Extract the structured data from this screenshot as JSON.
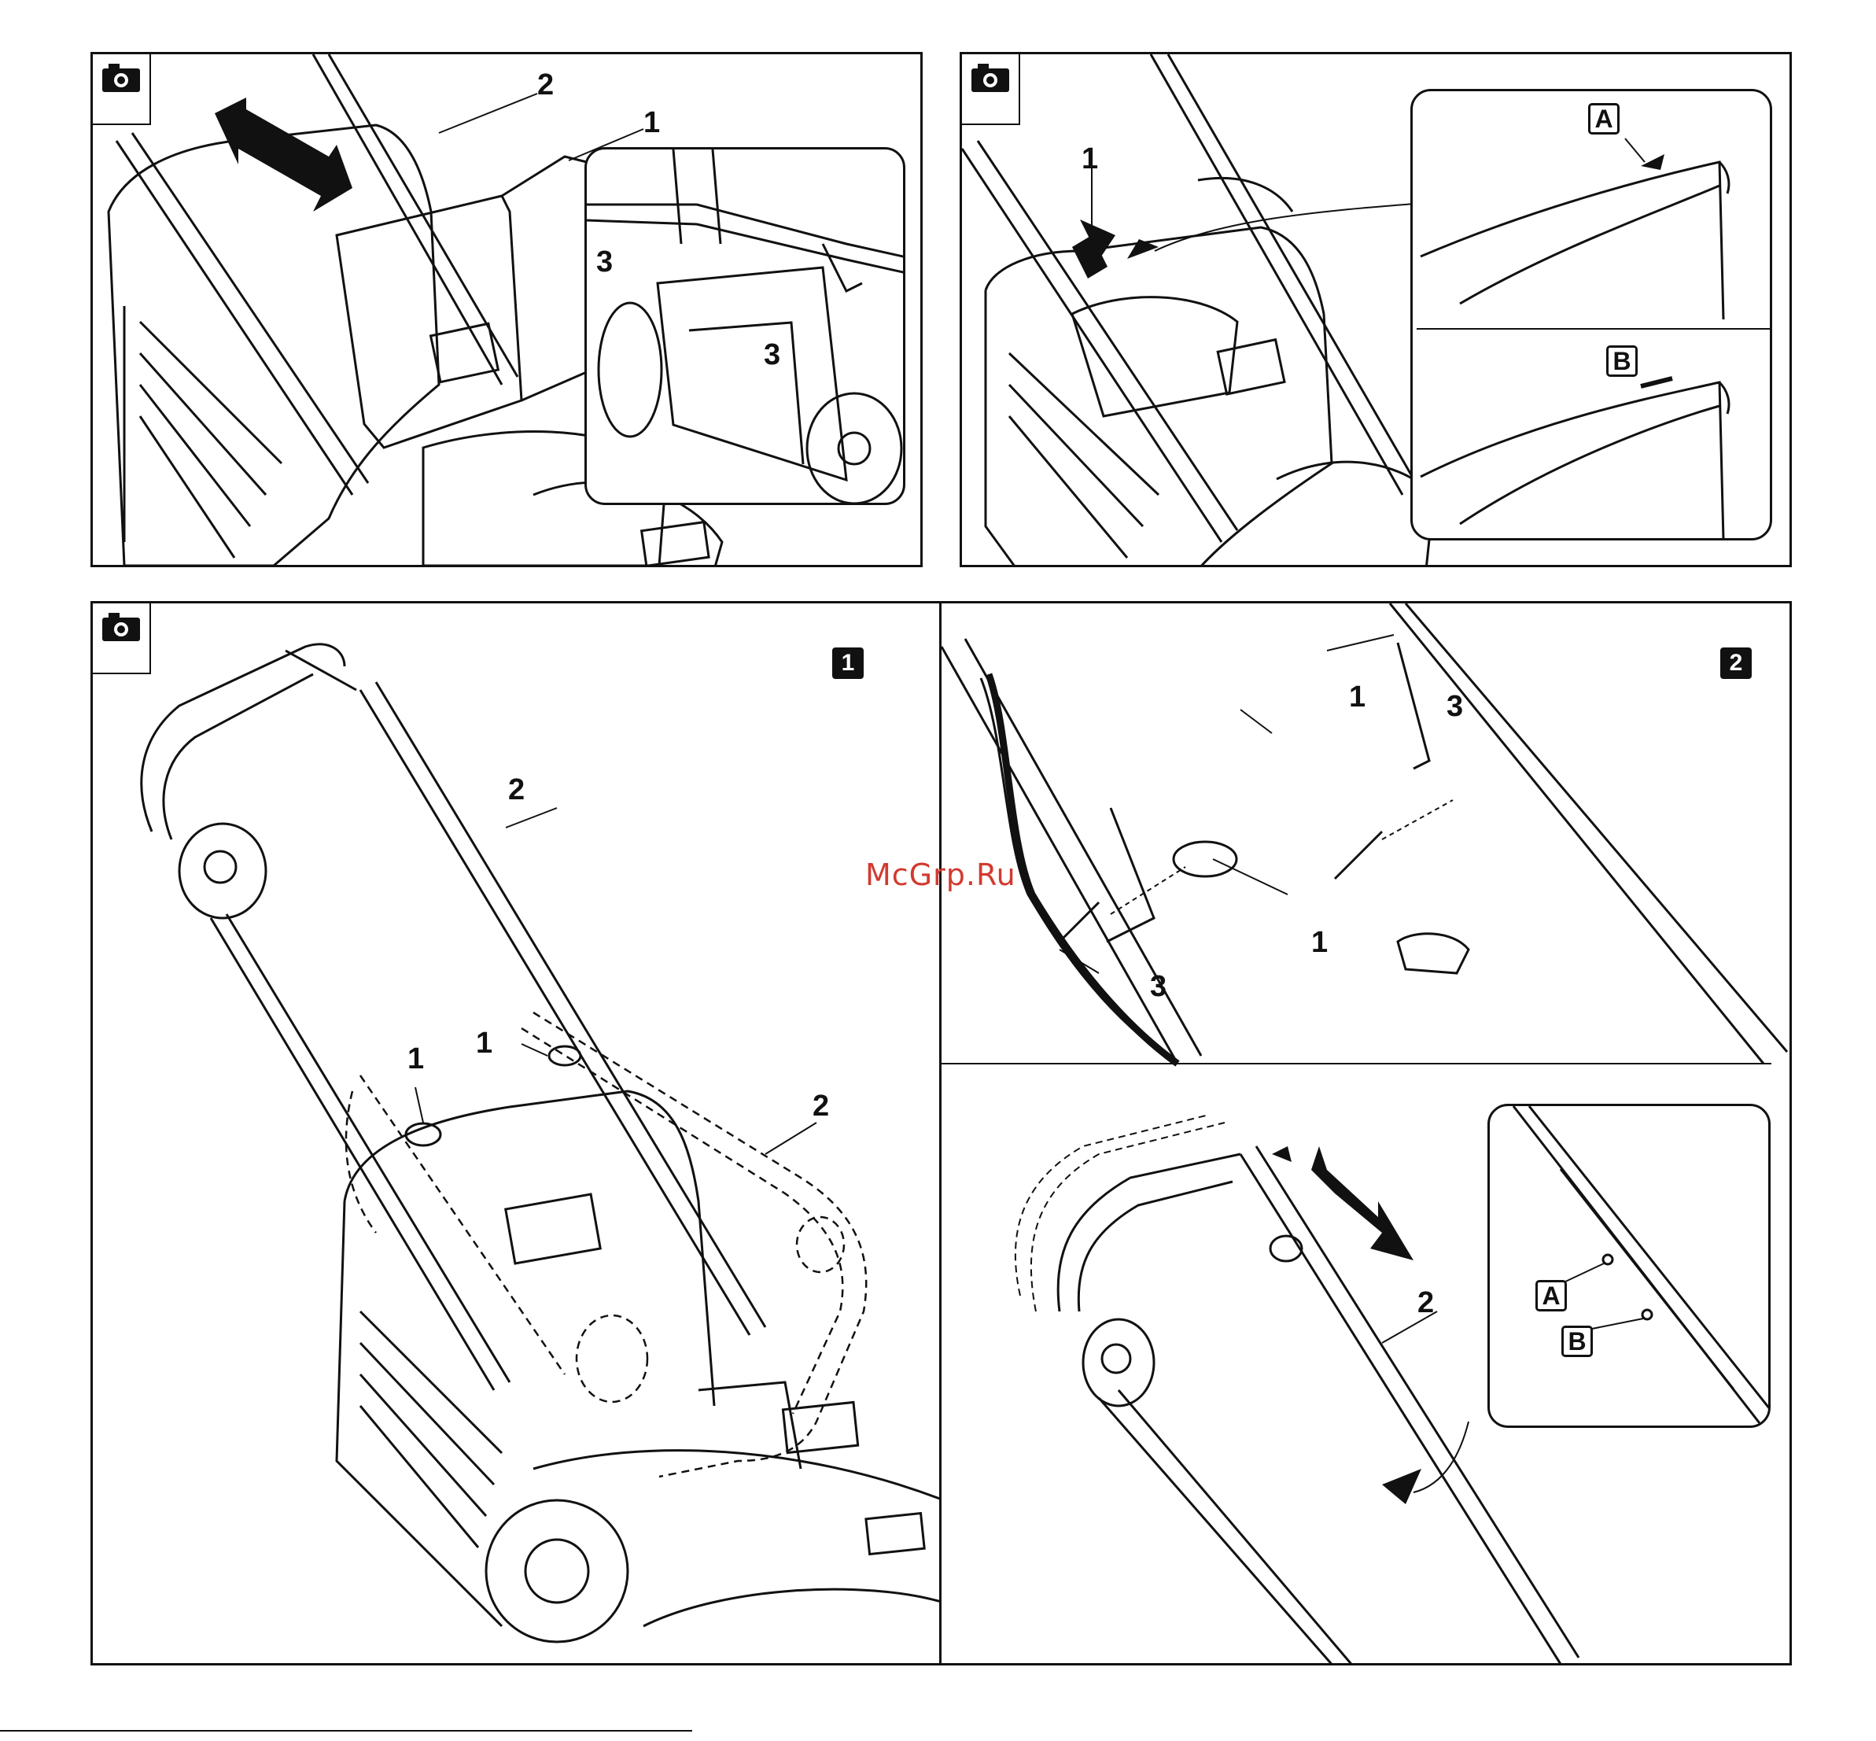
{
  "icons": {
    "camera": "camera-icon"
  },
  "panel_top_left": {
    "callouts": {
      "c1": "1",
      "c2": "2",
      "c3a": "3",
      "c3b": "3"
    }
  },
  "panel_top_right": {
    "callouts": {
      "c1": "1"
    },
    "inset_labels": {
      "a": "A",
      "b": "B"
    }
  },
  "panel_bottom_left": {
    "step": "1",
    "callouts": {
      "c1a": "1",
      "c1b": "1",
      "c2a": "2",
      "c2b": "2"
    }
  },
  "panel_bottom_right": {
    "step": "2",
    "callouts": {
      "c1a": "1",
      "c1b": "1",
      "c3a": "3",
      "c3b": "3",
      "c2": "2"
    },
    "inset_labels": {
      "a": "A",
      "b": "B"
    }
  },
  "watermark": "McGrp.Ru"
}
